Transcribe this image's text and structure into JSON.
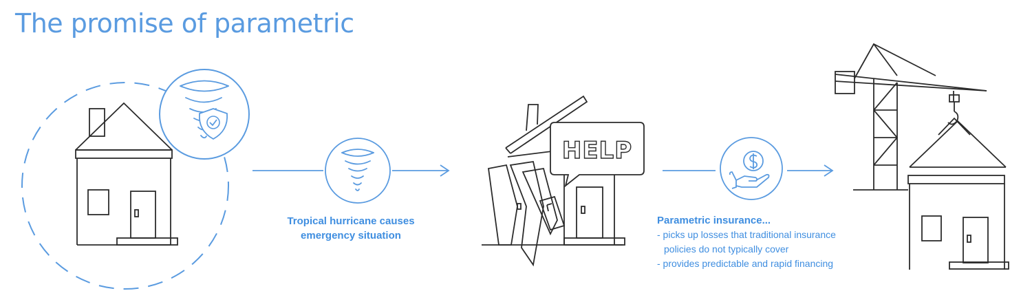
{
  "title": "The promise of parametric",
  "colors": {
    "accent": "#5a9be0",
    "line": "#2b2b2b",
    "caption": "#3f8ee0"
  },
  "help_sign": "HELP",
  "step1": {
    "caption_line1": "Tropical hurricane causes",
    "caption_line2": "emergency situation",
    "icon": "tornado-icon"
  },
  "step2": {
    "heading": "Parametric insurance...",
    "bullets": [
      {
        "line1": "- picks up losses that traditional insurance",
        "line2": "policies do not typically cover"
      },
      {
        "line1": "- provides predictable and rapid financing",
        "line2": ""
      }
    ],
    "icon": "money-hand-icon"
  }
}
